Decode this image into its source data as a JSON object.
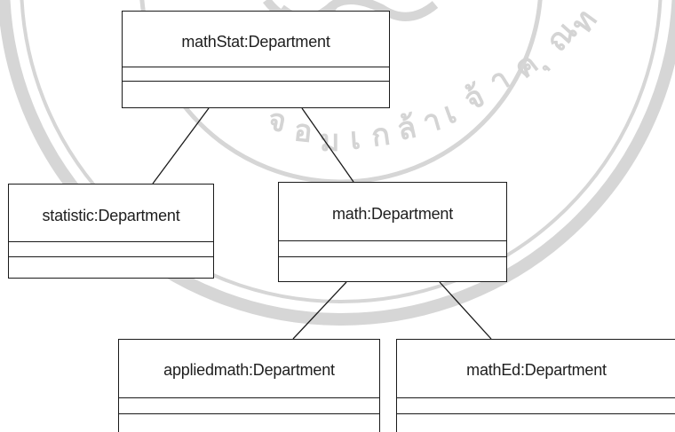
{
  "diagram": {
    "objects": {
      "root": "mathStat:Department",
      "statistic": "statistic:Department",
      "math": "math:Department",
      "applied": "appliedmath:Department",
      "mathed": "mathEd:Department"
    }
  },
  "watermark": {
    "kind": "university seal",
    "text": "พระจอมเกล้าเจ้าคุณทหาร"
  },
  "colors": {
    "line": "#1a1a1a",
    "text": "#1e1e1e",
    "watermark": "#d6d6d6",
    "background": "#ffffff"
  }
}
